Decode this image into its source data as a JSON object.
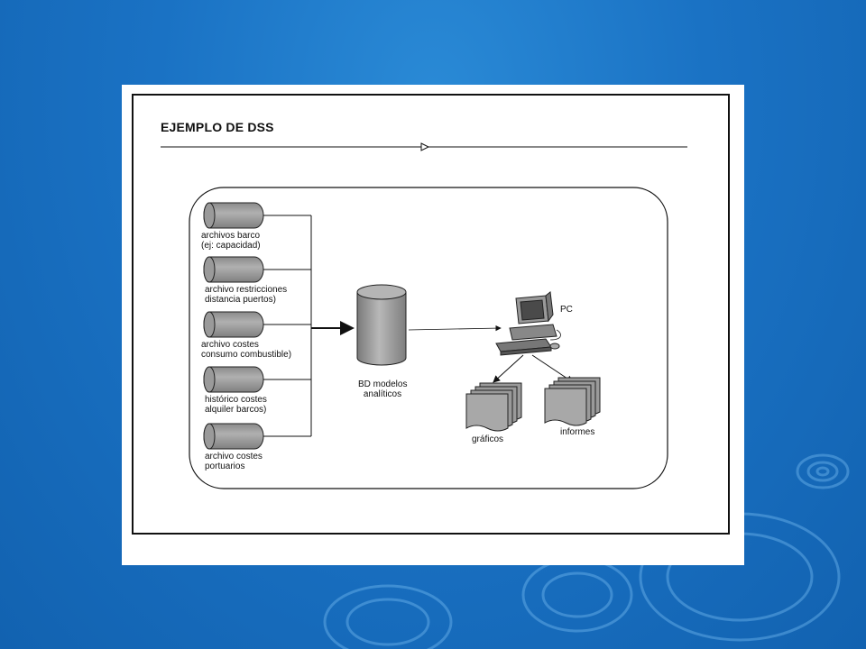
{
  "title": "EJEMPLO DE DSS",
  "sources": [
    {
      "line1": "archivos barco",
      "line2": "(ej: capacidad)"
    },
    {
      "line1": "archivo restricciones",
      "line2": "distancia puertos)"
    },
    {
      "line1": "archivo costes",
      "line2": "consumo combustible)"
    },
    {
      "line1": "histórico costes",
      "line2": "alquiler barcos)"
    },
    {
      "line1": "archivo costes",
      "line2": "portuarios"
    }
  ],
  "database": {
    "line1": "BD modelos",
    "line2": "analíticos"
  },
  "pc": {
    "label": "PC"
  },
  "outputs": {
    "graphs": "gráficos",
    "reports": "informes"
  },
  "colors": {
    "background": "#1a72c4",
    "shape_fill": "#a0a0a0",
    "shape_stroke": "#222222"
  }
}
